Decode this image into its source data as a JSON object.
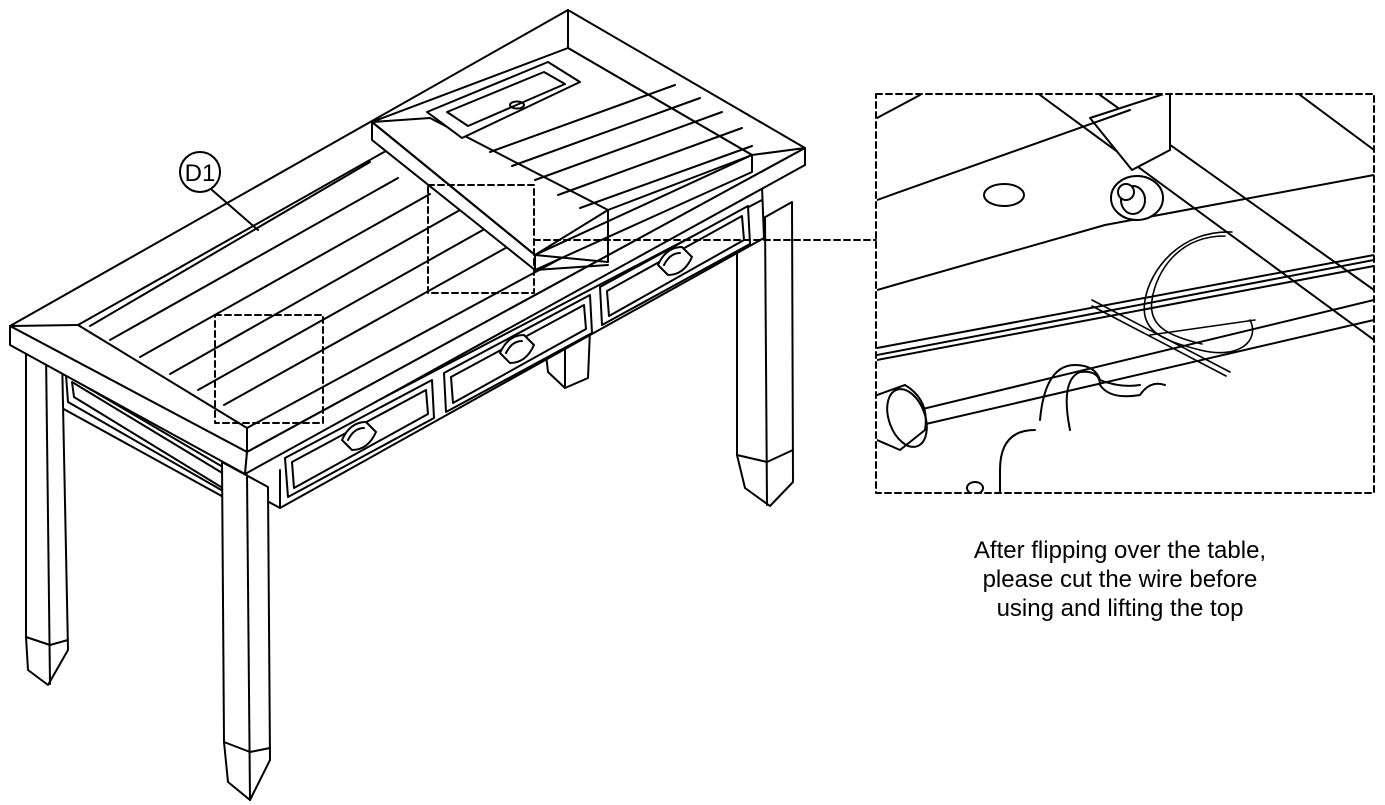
{
  "part_callout": {
    "label": "D1"
  },
  "instruction": {
    "lines": [
      "After flipping over the table,",
      "please cut the wire before",
      "using and lifting the top"
    ]
  },
  "colors": {
    "line": "#000000",
    "background": "#ffffff"
  }
}
